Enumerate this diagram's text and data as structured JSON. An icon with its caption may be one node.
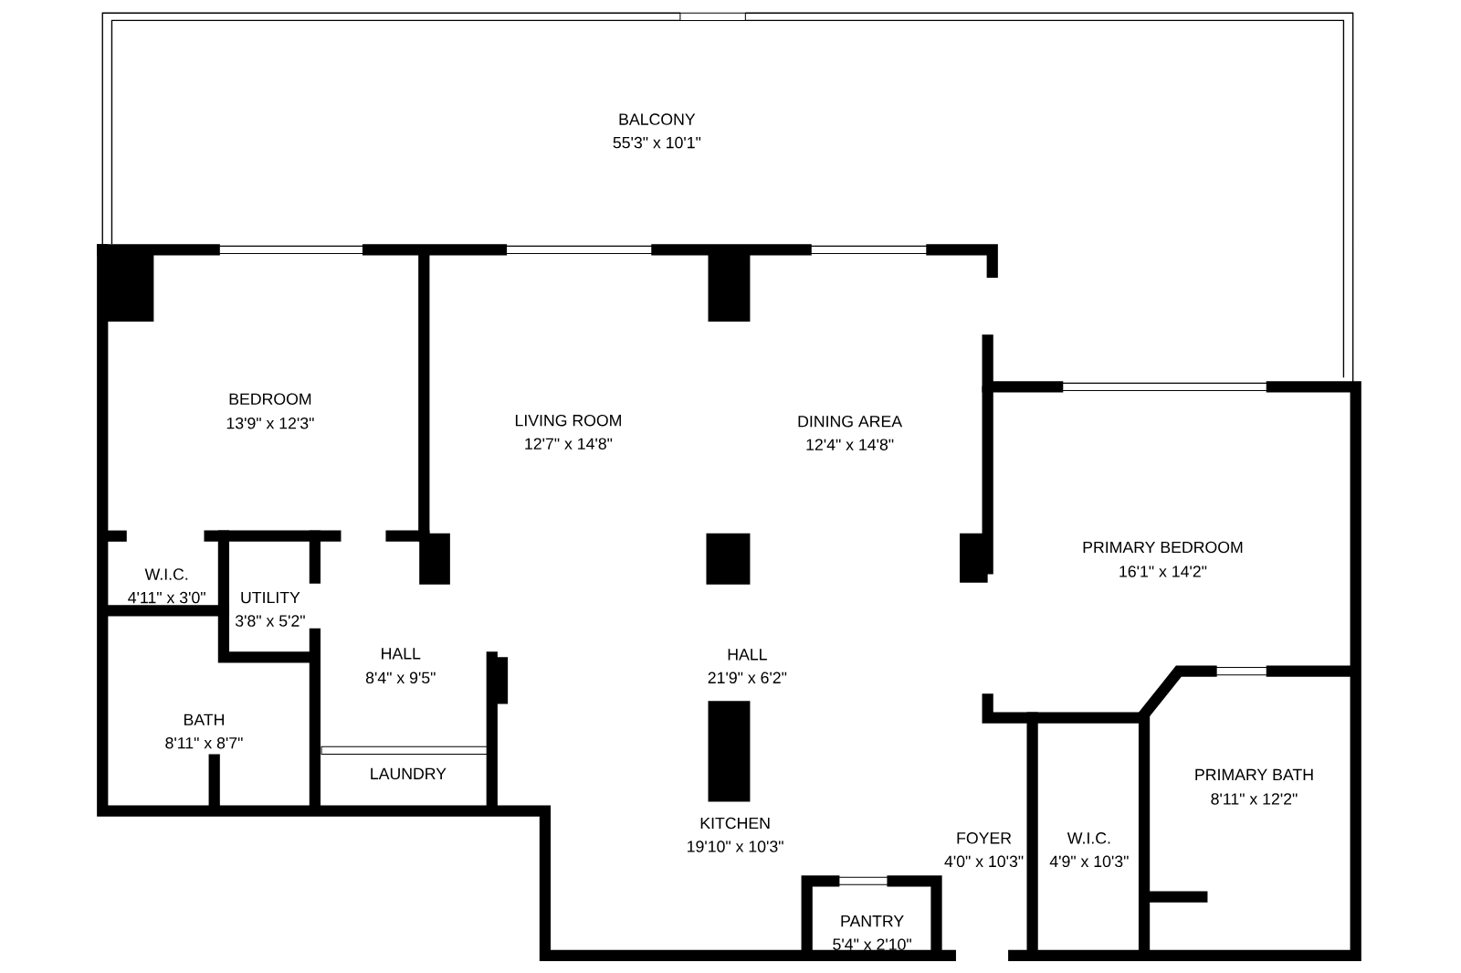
{
  "diagram": {
    "labels": [
      "BALCONY",
      "55'3\" x 10'1\"",
      "BEDROOM",
      "13'9\" x 12'3\"",
      "LIVING ROOM",
      "12'7\" x 14'8\"",
      "DINING AREA",
      "12'4\" x 14'8\"",
      "PRIMARY BEDROOM",
      "W.I.C.",
      "16'1\" x 14'2\"",
      "4'11\" x 3'0\"",
      "UTILITY",
      "3'8\" x 5'2\"",
      "HALL",
      "8'4\" x 9'5\"",
      "HALL",
      "21'9\" x 6'2\"",
      "BATH",
      "8'11\" x 8'7\"",
      "LAUNDRY",
      "PRIMARY BATH",
      "8'11\" x 12'2\"",
      "KITCHEN",
      "19'10\" x 10'3\"",
      "FOYER",
      "4'0\" x 10'3\"",
      "W.I.C.",
      "4'9\" x 10'3\"",
      "PANTRY",
      "5'4\" x 2'10\""
    ]
  }
}
